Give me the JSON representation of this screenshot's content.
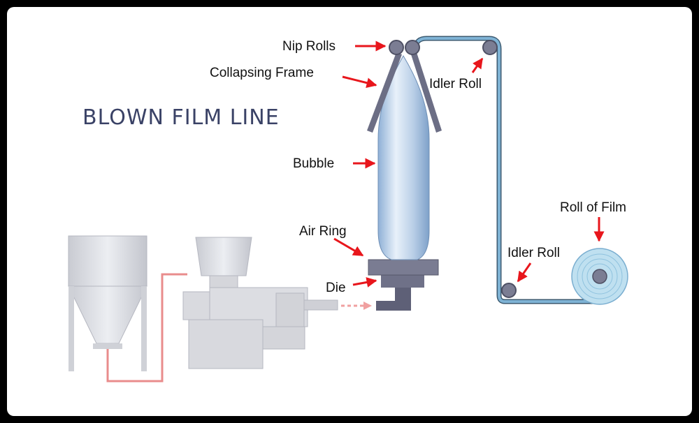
{
  "title": "BLOWN FILM LINE",
  "labels": {
    "nip_rolls": "Nip Rolls",
    "collapsing_frame": "Collapsing Frame",
    "idler_roll_top": "Idler Roll",
    "bubble": "Bubble",
    "roll_of_film": "Roll of Film",
    "air_ring": "Air Ring",
    "idler_roll_bottom": "Idler Roll",
    "die": "Die"
  },
  "colors": {
    "arrow": "#e8161c",
    "title": "#3a4266",
    "film": "#7fb3d5",
    "feed_line": "#e98c8c",
    "machine": "#d5d6db",
    "die": "#6c6e84"
  }
}
